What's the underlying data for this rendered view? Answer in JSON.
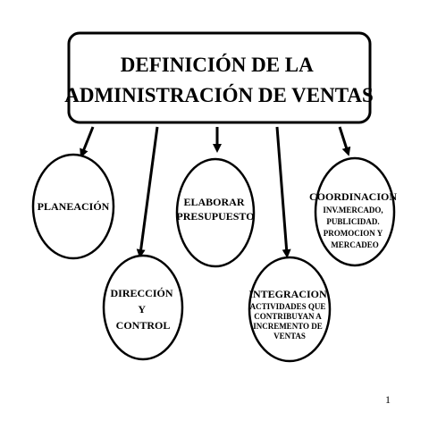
{
  "title": {
    "lines": [
      "DEFINICIÓN DE LA",
      "ADMINISTRACIÓN DE VENTAS"
    ]
  },
  "nodes": {
    "planeacion": {
      "lines": [
        "PLANEACIÓN"
      ]
    },
    "direccion": {
      "lines": [
        "DIRECCIÓN",
        "Y",
        "CONTROL"
      ]
    },
    "presupuesto": {
      "lines": [
        "ELABORAR",
        "PRESUPUESTO"
      ]
    },
    "integracion": {
      "heading": "INTEGRACION",
      "lines": [
        "ACTIVIDADES QUE",
        "CONTRIBUYAN A",
        "INCREMENTO DE",
        "VENTAS"
      ]
    },
    "coordinacion": {
      "heading": "COORDINACION",
      "lines": [
        "INV.MERCADO,",
        "PUBLICIDAD.",
        "PROMOCION Y",
        "MERCADEO"
      ]
    }
  },
  "page_number": "1"
}
